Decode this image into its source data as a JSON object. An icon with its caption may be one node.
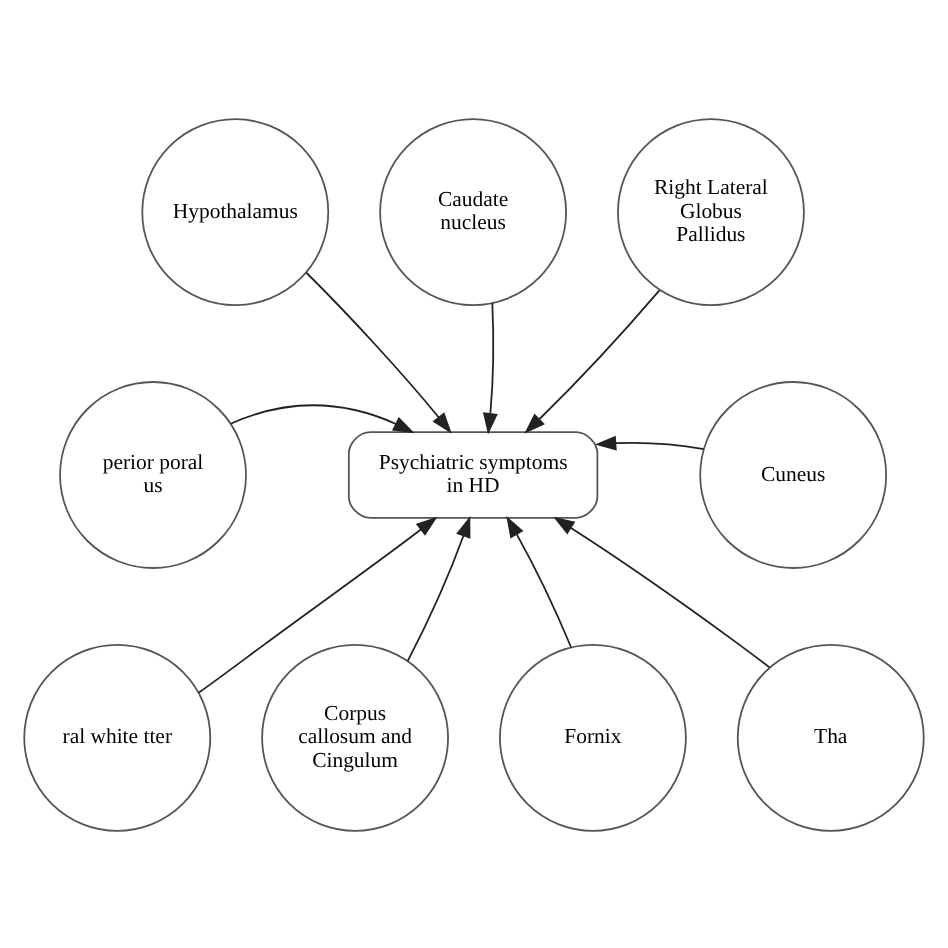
{
  "diagram": {
    "nodes": [
      {
        "text": [
          "Hypothalamus"
        ]
      },
      {
        "text": [
          "Caudate nucleus"
        ]
      },
      {
        "text": [
          "Right Lateral Globus Pallidus"
        ]
      },
      {
        "text": [
          "perior poral us"
        ]
      },
      {
        "text": [
          "Cuneus"
        ]
      },
      {
        "text": [
          "Psychiatric symptoms in HD"
        ]
      },
      {
        "text": [
          "ral white tter"
        ]
      },
      {
        "text": [
          "Corpus callosum and Cingulum"
        ]
      },
      {
        "text": [
          "Fornix"
        ]
      },
      {
        "text": [
          "Tha"
        ]
      }
    ],
    "edges": [
      {
        "from": 0,
        "to": 5,
        "arrow": "to"
      },
      {
        "from": 1,
        "to": 5,
        "arrow": "to"
      },
      {
        "from": 2,
        "to": 5,
        "arrow": "to"
      },
      {
        "from": 3,
        "to": 5,
        "arrow": "to"
      },
      {
        "from": 4,
        "to": 5,
        "arrow": "to"
      },
      {
        "from": 6,
        "to": 5,
        "arrow": "to"
      },
      {
        "from": 7,
        "to": 5,
        "arrow": "to"
      },
      {
        "from": 8,
        "to": 5,
        "arrow": "to"
      },
      {
        "from": 9,
        "to": 5,
        "arrow": "to"
      }
    ]
  }
}
